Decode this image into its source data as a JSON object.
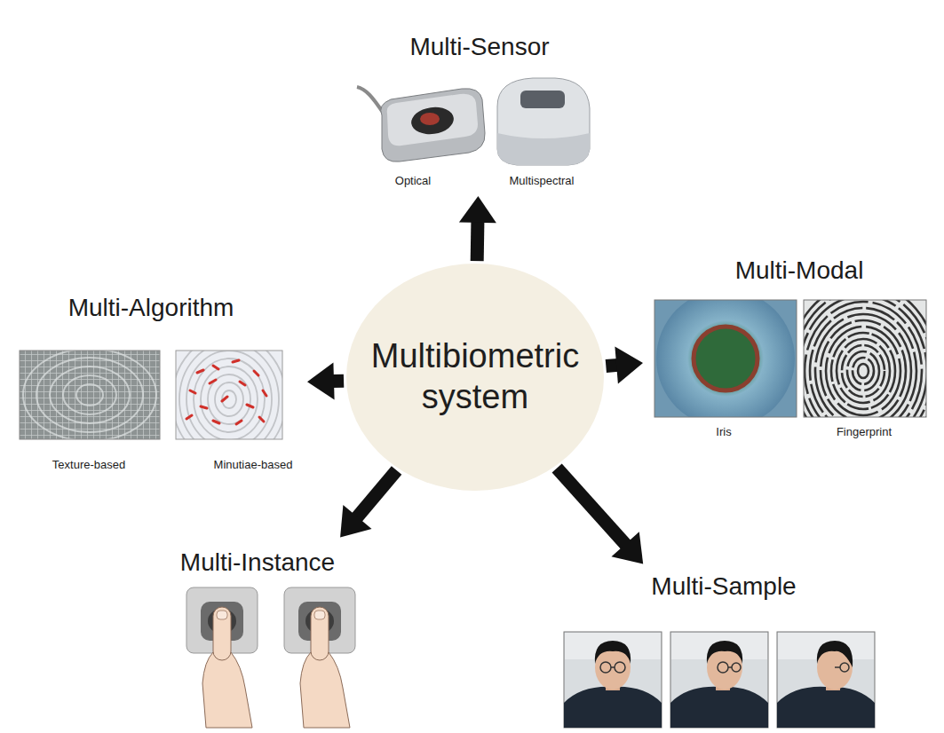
{
  "diagram": {
    "nodes": [
      {
        "text": [
          "Multibiometric system"
        ]
      },
      {
        "text": [
          "Multi-Sensor",
          "Optical",
          "Multispectral"
        ]
      },
      {
        "text": [
          "Multi-Modal",
          "Iris",
          "Fingerprint"
        ]
      },
      {
        "text": [
          "Multi-Algorithm",
          "Texture-based",
          "Minutiae-based"
        ]
      },
      {
        "text": [
          "Multi-Instance"
        ]
      },
      {
        "text": [
          "Multi-Sample"
        ]
      }
    ],
    "edges": [
      {
        "from": 0,
        "to": 1,
        "arrow": "to"
      },
      {
        "from": 0,
        "to": 2,
        "arrow": "to"
      },
      {
        "from": 0,
        "to": 3,
        "arrow": "to"
      },
      {
        "from": 0,
        "to": 4,
        "arrow": "to"
      },
      {
        "from": 0,
        "to": 5,
        "arrow": "to"
      }
    ]
  }
}
